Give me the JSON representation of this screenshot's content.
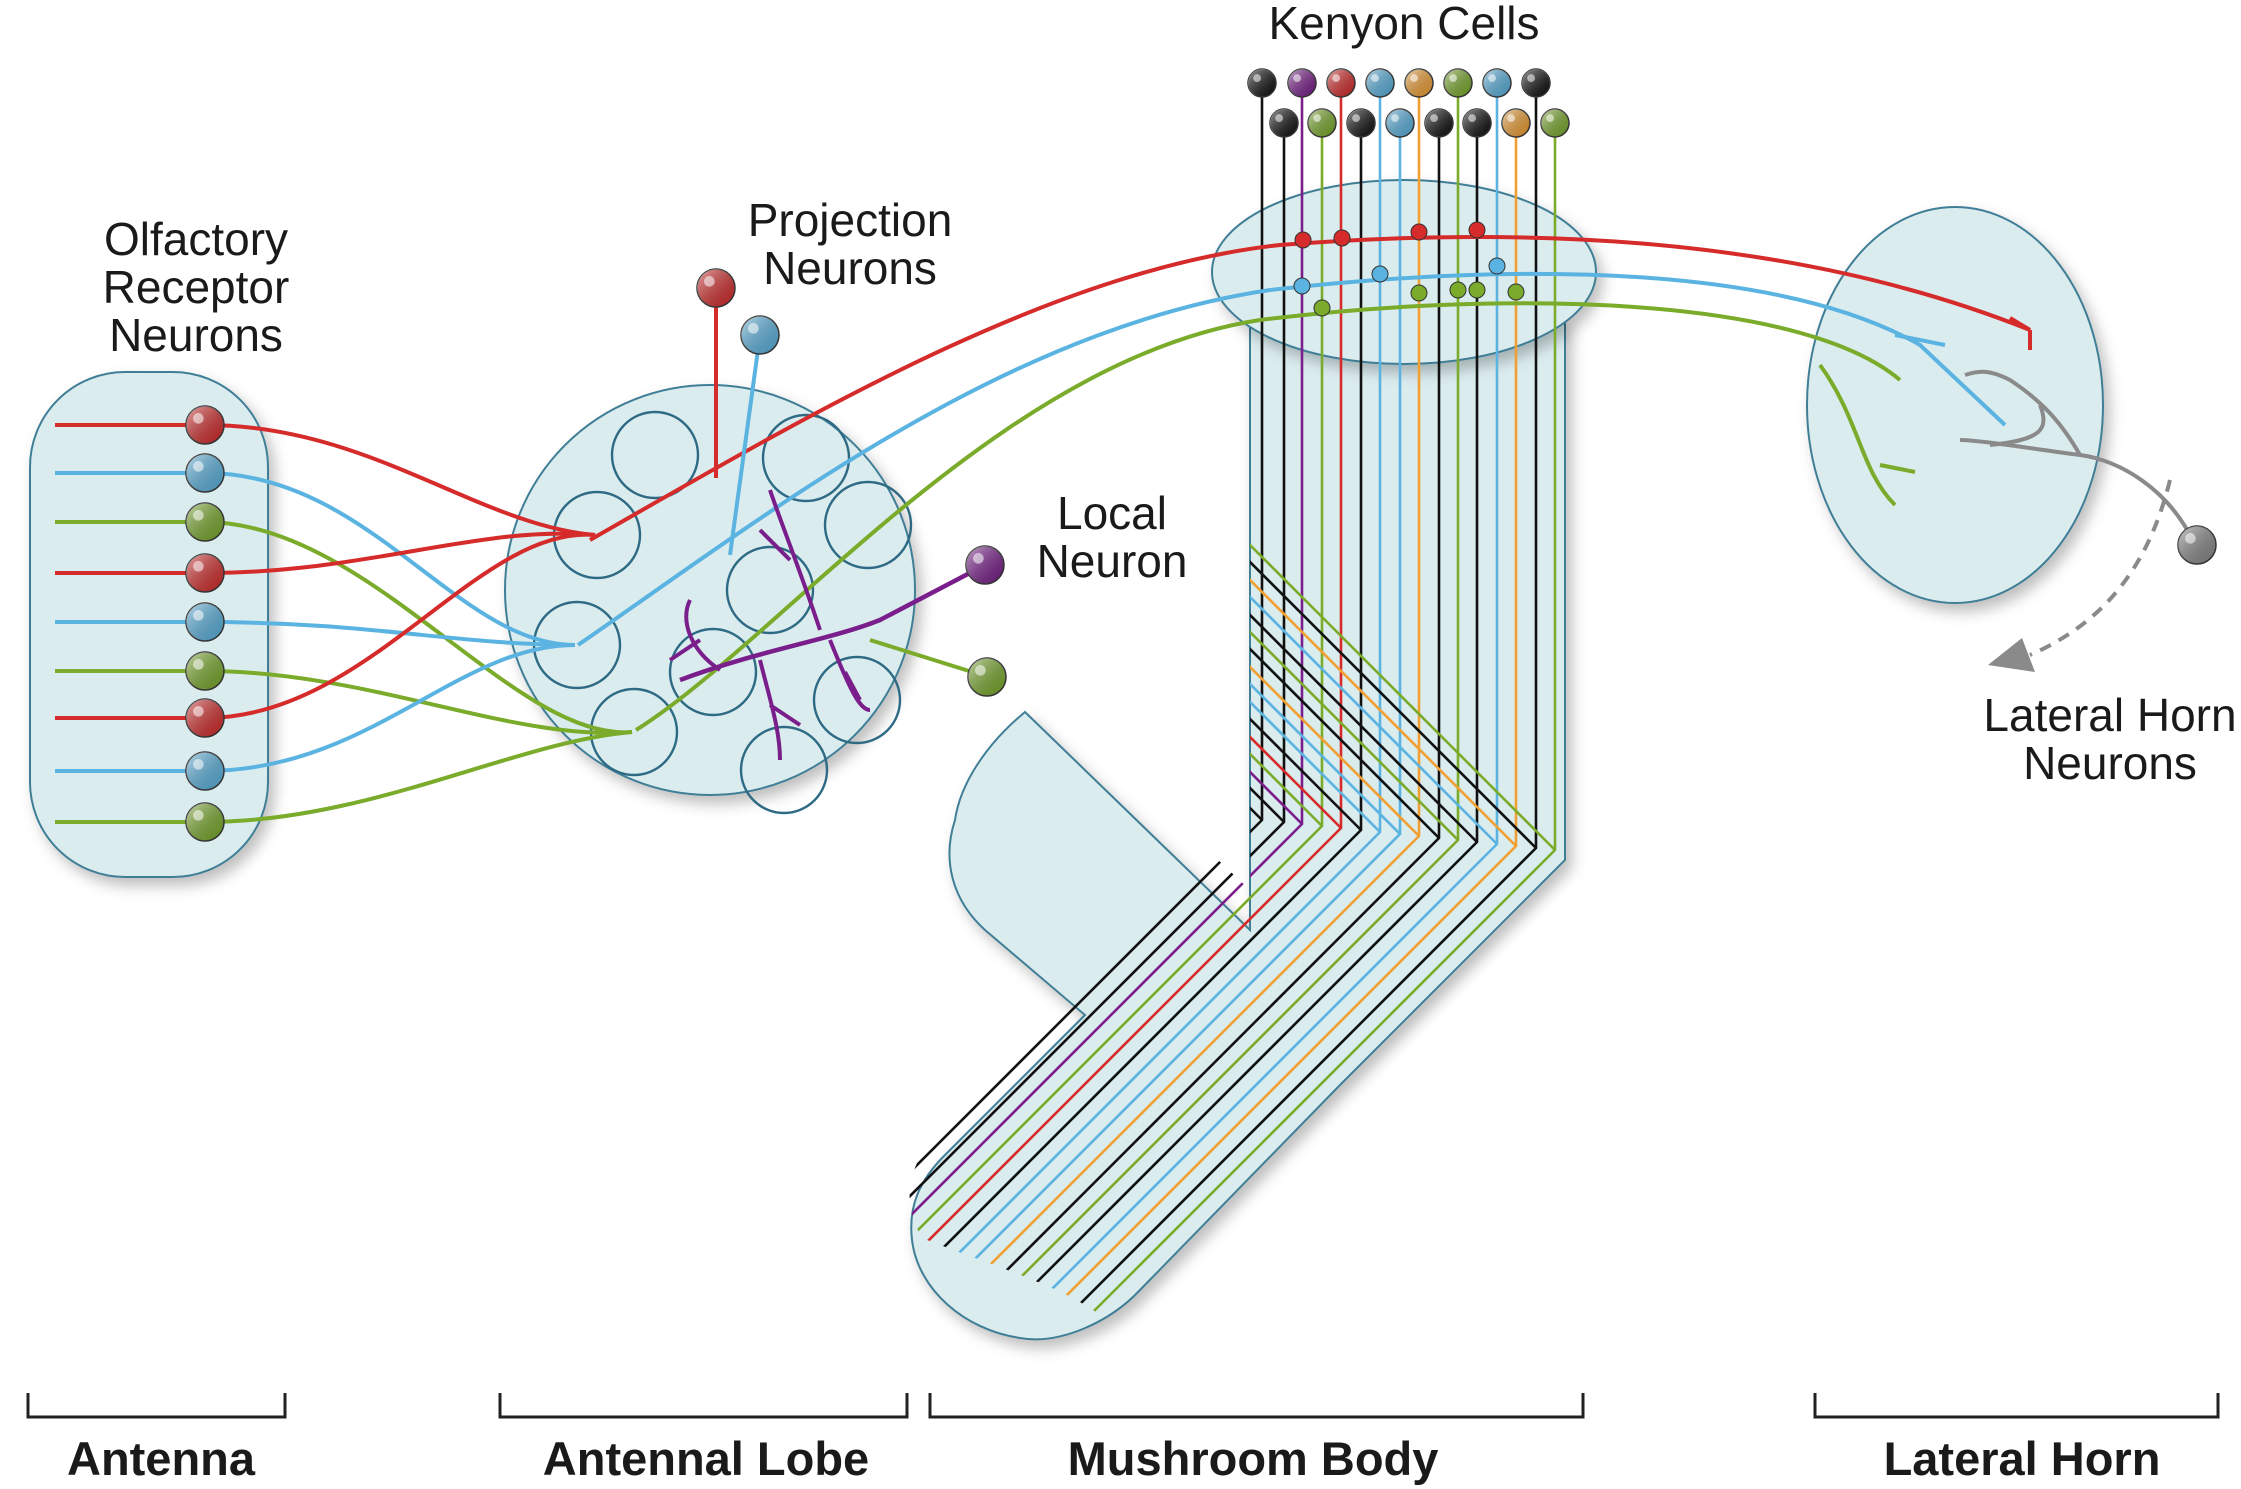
{
  "labels": {
    "orn": [
      "Olfactory",
      "Receptor",
      "Neurons"
    ],
    "pn": [
      "Projection",
      "Neurons"
    ],
    "ln": [
      "Local",
      "Neuron"
    ],
    "kc": "Kenyon Cells",
    "lhn": [
      "Lateral Horn",
      "Neurons"
    ]
  },
  "regions": {
    "antenna": "Antenna",
    "antennal_lobe": "Antennal Lobe",
    "mushroom_body": "Mushroom Body",
    "lateral_horn": "Lateral Horn"
  },
  "colors": {
    "red": "#d62b2b",
    "blue": "#5ab3e0",
    "green": "#7aab2a",
    "purple": "#7a1e8c",
    "orange": "#f0a033",
    "black": "#111111",
    "gray": "#8a8a8a",
    "compartment_fill": "#dbecef",
    "compartment_stroke": "#3f7e96",
    "glomerulus_stroke": "#2e6a84"
  },
  "neurons": {
    "orn_colors": [
      "red",
      "blue",
      "green",
      "red",
      "blue",
      "green",
      "red",
      "blue",
      "green"
    ],
    "kc_top_row": [
      "black",
      "purple",
      "red",
      "blue",
      "orange",
      "green",
      "blue",
      "black"
    ],
    "kc_bottom_row": [
      "black",
      "green",
      "black",
      "blue",
      "black",
      "black",
      "orange",
      "green"
    ]
  }
}
